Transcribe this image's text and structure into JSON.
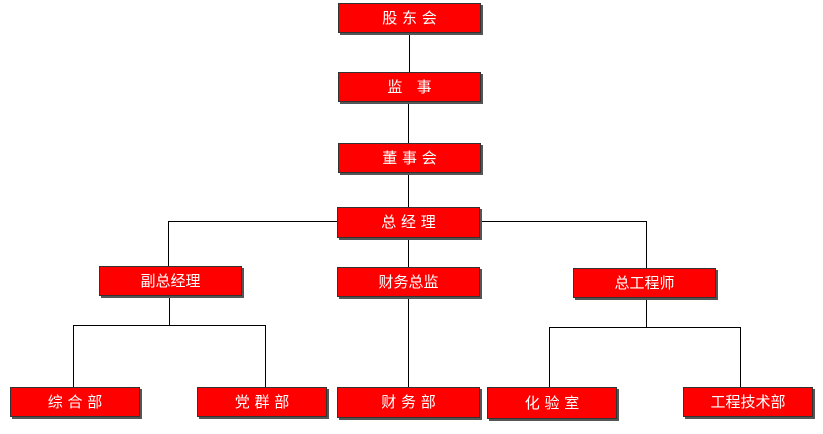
{
  "org_chart": {
    "shareholders": "股 东 会",
    "supervisor": "监   事",
    "board": "董 事 会",
    "general_manager": "总 经 理",
    "deputy_gm": "副总经理",
    "cfo": "财务总监",
    "chief_engineer": "总工程师",
    "general_dept": "综 合 部",
    "party_dept": "党 群 部",
    "finance_dept": "财 务 部",
    "lab": "化 验 室",
    "eng_tech_dept": "工程技术部"
  },
  "colors": {
    "box_fill": "#ff0000",
    "box_text": "#ffffff",
    "line": "#000000"
  }
}
